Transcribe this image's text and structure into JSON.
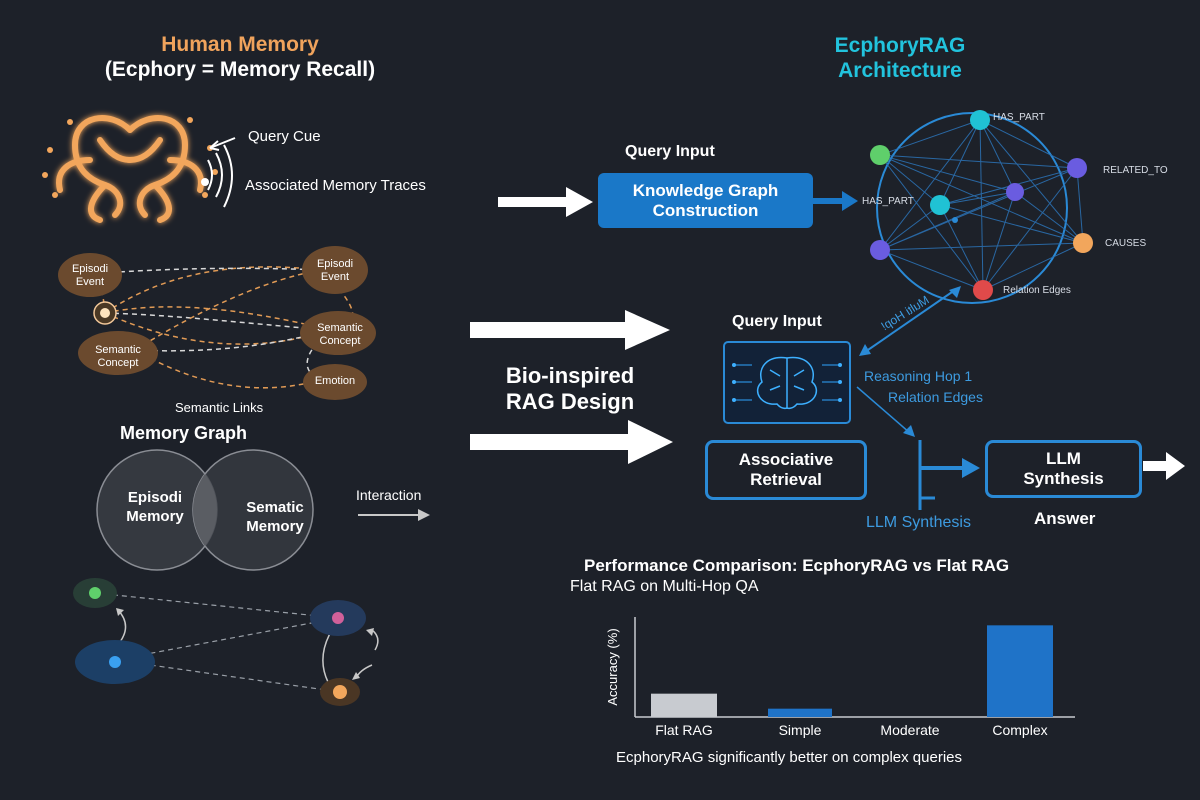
{
  "left": {
    "title_line1": "Human Memory",
    "title_line2": "(Ecphory = Memory Recall)",
    "query_cue": "Query Cue",
    "associated_traces": "Associated Memory Traces",
    "nodes": [
      {
        "label": "Episodi\nEvent"
      },
      {
        "label": "Episodi\nEvent"
      },
      {
        "label": "Semantic\nConcept"
      },
      {
        "label": "Semantic\nConcept"
      },
      {
        "label": "Emotion"
      }
    ],
    "semantic_links": "Semantic Links",
    "memory_graph": "Memory Graph",
    "venn_left": "Episodi\nMemory",
    "venn_right": "Sematic\nMemory",
    "interaction": "Interaction"
  },
  "middle": {
    "bio_line1": "Bio-inspired",
    "bio_line2": "RAG Design"
  },
  "right": {
    "title_line1": "EcphoryRAG",
    "title_line2": "Architecture",
    "query_input_top": "Query Input",
    "kg_box": "Knowledge Graph\nConstruction",
    "graph_labels": {
      "has_part_top": "HAS_PART",
      "related_to": "RELATED_TO",
      "has_part_left": "HAS_PART",
      "causes": "CAUSES",
      "relation_edges": "Relation Edges"
    },
    "multi_hop": "Multi Hop!",
    "query_input_mid": "Query Input",
    "reasoning_hop": "Reasoning Hop 1",
    "relation_edges": "Relation Edges",
    "assoc_box": "Associative\nRetrieval",
    "llm_box": "LLM\nSynthesis",
    "llm_synthesis_label": "LLM Synthesis",
    "answer": "Answer",
    "colors": {
      "accent_blue": "#1a78c8",
      "orange": "#f0a35c",
      "cyan": "#22c3dd"
    }
  },
  "chart_data": {
    "type": "bar",
    "title": "Performance Comparison: EcphoryRAG vs Flat RAG",
    "subtitle": "Flat RAG on Multi-Hop QA",
    "ylabel": "Accuracy (%)",
    "categories": [
      "Flat RAG",
      "Simple",
      "Moderate",
      "Complex"
    ],
    "series": [
      {
        "values": [
          14,
          5,
          0,
          55
        ],
        "colors": [
          "#c8cbd0",
          "#1f73c8",
          "#1f73c8",
          "#1f73c8"
        ]
      }
    ],
    "ylim": [
      0,
      60
    ],
    "caption": "EcphoryRAG significantly better on complex queries"
  }
}
